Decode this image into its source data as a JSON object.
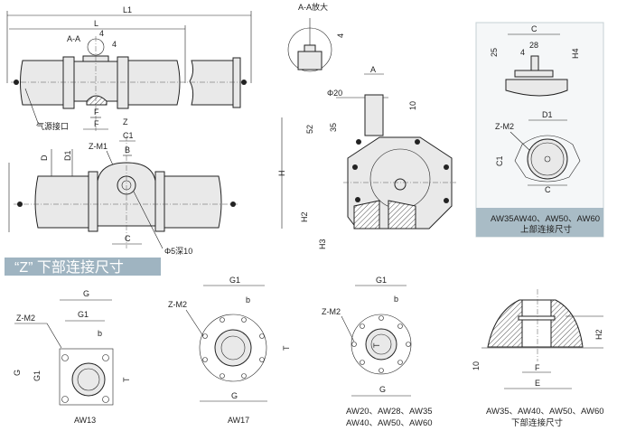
{
  "top_view": {
    "L1": "L1",
    "L": "L",
    "section_mark": "A-A",
    "dim_4a": "4",
    "dim_4b": "4",
    "air_port": "气源接口",
    "F_inner": "F",
    "F_outer": "F",
    "Z": "Z"
  },
  "plan_view": {
    "C1": "C1",
    "B": "B",
    "Z_M1": "Z-M1",
    "D": "D",
    "D1": "D1",
    "C": "C",
    "hole": "Φ5深10"
  },
  "banner": {
    "text": "“Z” 下部连接尺寸",
    "color": "#9fb4c1"
  },
  "detail": {
    "title": "A-A放大",
    "dim_4": "4"
  },
  "side_view": {
    "A": "A",
    "phi20": "Φ20",
    "dim_10": "10",
    "dim_52": "52",
    "dim_35": "35",
    "H": "H",
    "H2": "H2",
    "H3": "H3"
  },
  "upper_panel": {
    "C_top": "C",
    "dim_28": "28",
    "dim_4": "4",
    "dim_25": "25",
    "H4": "H4",
    "D1": "D1",
    "Z_M2": "Z-M2",
    "C1": "C1",
    "C_bottom": "C",
    "caption_line1": "AW35AW40、AW50、AW60",
    "caption_line2": "上部连接尺寸",
    "caption_color": "#a9bcc6"
  },
  "aw13": {
    "G": "G",
    "G1": "G1",
    "b": "b",
    "Z_M2": "Z-M2",
    "G_v": "G",
    "G1_v": "G1",
    "T": "T",
    "caption": "AW13"
  },
  "aw17": {
    "G1": "G1",
    "b": "b",
    "Z_M2": "Z-M2",
    "T": "T",
    "G": "G",
    "caption": "AW17"
  },
  "aw20": {
    "G1": "G1",
    "b": "b",
    "Z_M2": "Z-M2",
    "T": "T",
    "G": "G",
    "caption_line1": "AW20、AW28、AW35",
    "caption_line2": "AW40、AW50、AW60"
  },
  "lower_section": {
    "H2": "H2",
    "dim_10": "10",
    "F": "F",
    "E": "E",
    "caption_line1": "AW35、AW40、AW50、AW60",
    "caption_line2": "下部连接尺寸"
  }
}
